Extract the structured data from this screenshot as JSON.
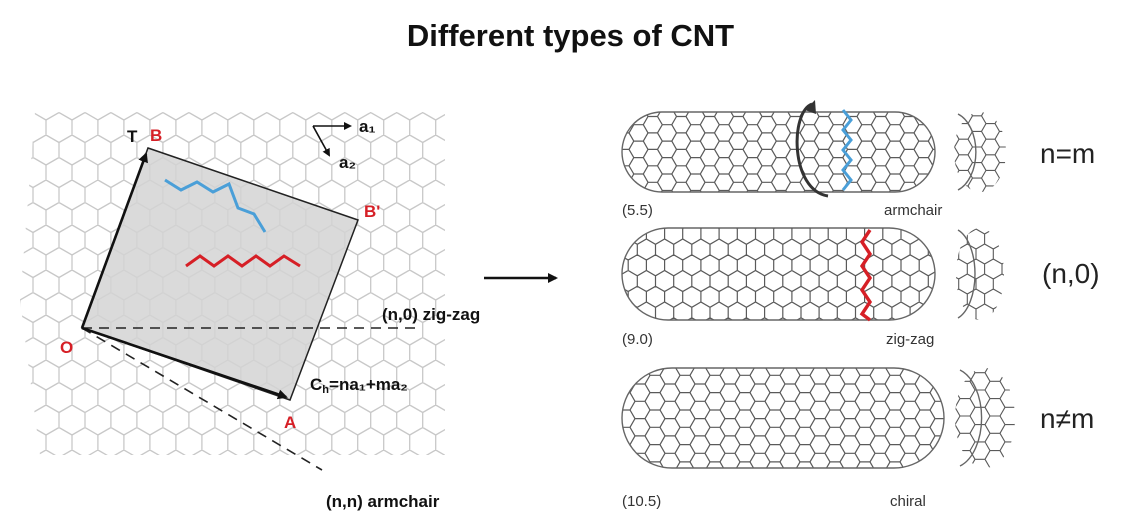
{
  "title": "Different types of CNT",
  "lattice": {
    "point_T": "T",
    "point_B": "B",
    "point_Bprime": "B'",
    "point_O": "O",
    "point_A": "A",
    "vector_a1": "a₁",
    "vector_a2": "a₂",
    "chiral_vector_main": "C",
    "chiral_vector_sub": "h",
    "chiral_vector_rest": "=na₁+ma₂",
    "zigzag_direction": "(n,0) zig-zag",
    "armchair_direction": "(n,n) armchair"
  },
  "tubes": [
    {
      "index": "(5.5)",
      "type": "armchair",
      "condition": "n=m",
      "highlight": "#4a9fd8"
    },
    {
      "index": "(9.0)",
      "type": "zig-zag",
      "condition": "(n,0)",
      "highlight": "#d61f26"
    },
    {
      "index": "(10.5)",
      "type": "chiral",
      "condition": "n≠m",
      "highlight": ""
    }
  ],
  "colors": {
    "red": "#d61f26",
    "blue": "#4a9fd8",
    "lattice": "#c8c8c8",
    "tube_line": "#5a5a5a",
    "sheet": "#d9d9d9"
  }
}
